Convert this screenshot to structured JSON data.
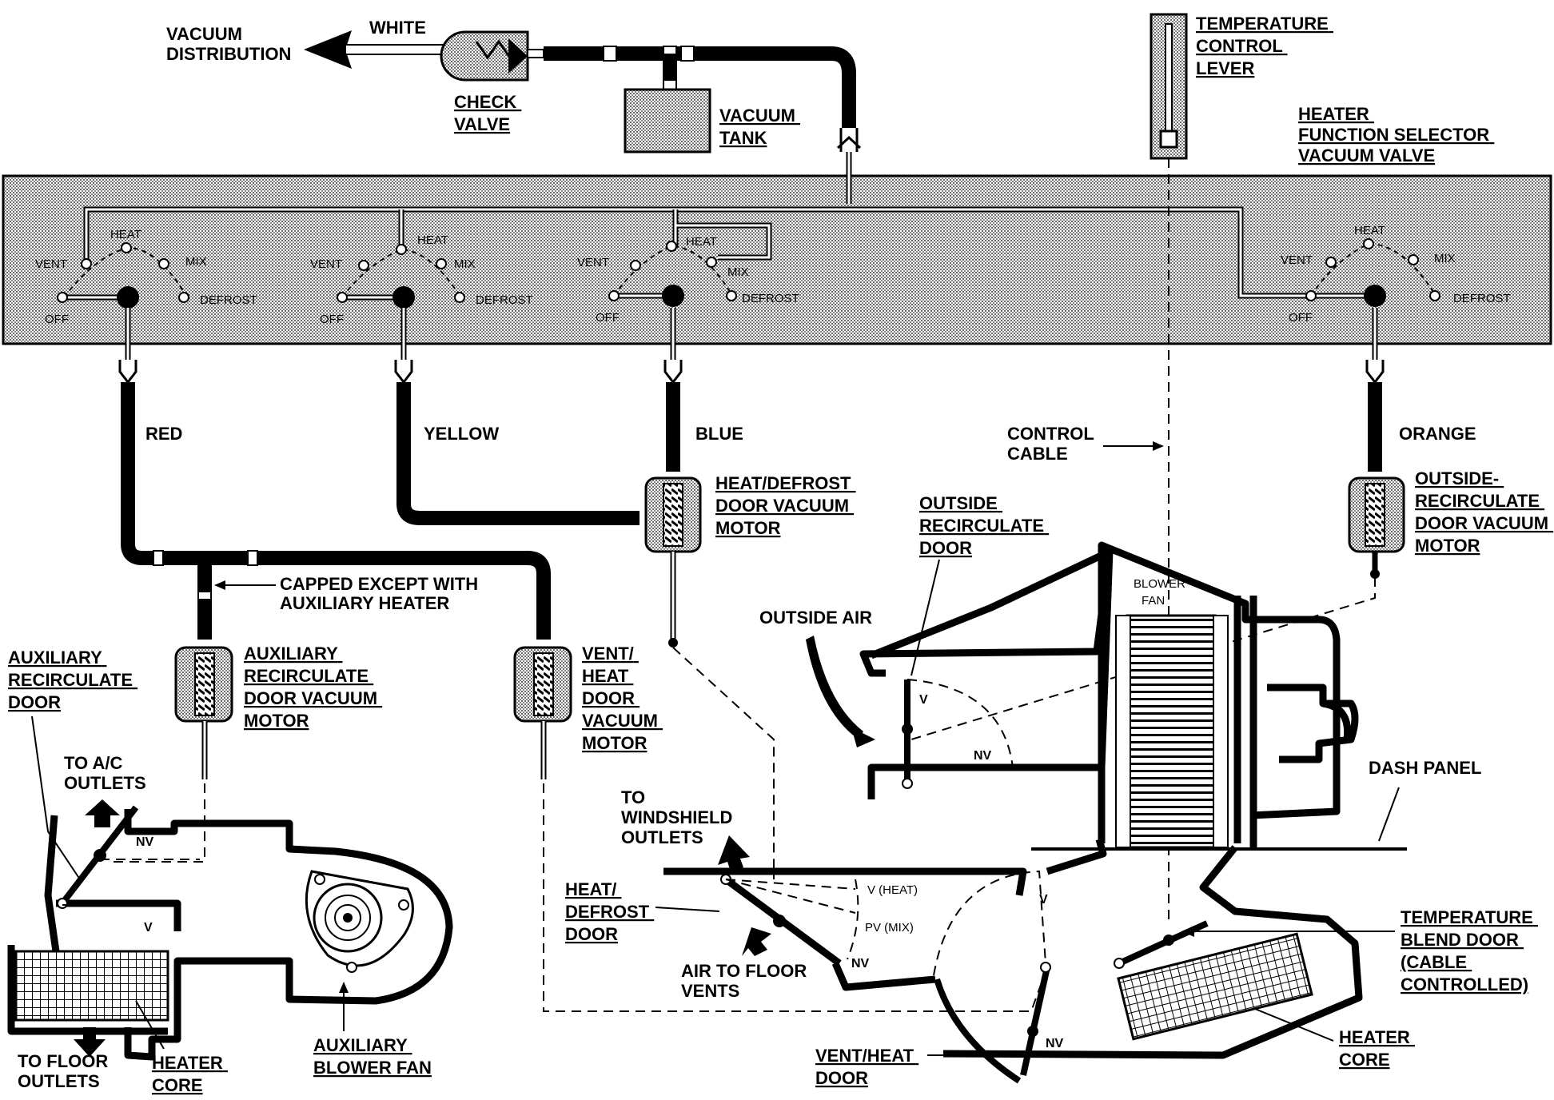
{
  "diagram": {
    "top": {
      "vacuum_distribution": [
        "VACUUM",
        "DISTRIBUTION"
      ],
      "white": "WHITE",
      "check_valve": [
        "CHECK",
        "VALVE"
      ],
      "vacuum_tank": [
        "VACUUM",
        "TANK"
      ],
      "temperature_control_lever": [
        "TEMPERATURE",
        "CONTROL",
        "LEVER"
      ],
      "heater_function_selector": [
        "HEATER",
        "FUNCTION SELECTOR",
        "VACUUM VALVE"
      ]
    },
    "selector_positions": {
      "vent": "VENT",
      "heat": "HEAT",
      "mix": "MIX",
      "defrost": "DEFROST",
      "off": "OFF"
    },
    "hoses": {
      "red": "RED",
      "yellow": "YELLOW",
      "blue": "BLUE",
      "orange": "ORANGE"
    },
    "labels": {
      "control_cable": [
        "CONTROL",
        "CABLE"
      ],
      "heat_defrost_motor": [
        "HEAT/DEFROST",
        "DOOR VACUUM",
        "MOTOR"
      ],
      "outside_recirc_door": [
        "OUTSIDE",
        "RECIRCULATE",
        "DOOR"
      ],
      "outside_recirc_motor": [
        "OUTSIDE-",
        "RECIRCULATE",
        "DOOR VACUUM",
        "MOTOR"
      ],
      "capped": [
        "CAPPED EXCEPT WITH",
        "AUXILIARY HEATER"
      ],
      "aux_recirc_door": [
        "AUXILIARY",
        "RECIRCULATE",
        "DOOR"
      ],
      "aux_recirc_motor": [
        "AUXILIARY",
        "RECIRCULATE",
        "DOOR VACUUM",
        "MOTOR"
      ],
      "vent_heat_motor": [
        "VENT/",
        "HEAT",
        "DOOR",
        "VACUUM",
        "MOTOR"
      ],
      "outside_air": "OUTSIDE AIR",
      "blower_fan": [
        "BLOWER",
        "FAN"
      ],
      "dash_panel": "DASH PANEL",
      "to_ac_outlets": [
        "TO A/C",
        "OUTLETS"
      ],
      "to_windshield": [
        "TO",
        "WINDSHIELD",
        "OUTLETS"
      ],
      "heat_defrost_door": [
        "HEAT/",
        "DEFROST",
        "DOOR"
      ],
      "air_to_floor": [
        "AIR TO FLOOR",
        "VENTS"
      ],
      "temp_blend_door": [
        "TEMPERATURE",
        "BLEND DOOR",
        "(CABLE",
        "CONTROLLED)"
      ],
      "to_floor_outlets": [
        "TO FLOOR",
        "OUTLETS"
      ],
      "heater_core_aux": [
        "HEATER",
        "CORE"
      ],
      "aux_blower_fan": [
        "AUXILIARY",
        "BLOWER FAN"
      ],
      "vent_heat_door": [
        "VENT/HEAT",
        "DOOR"
      ],
      "heater_core_main": [
        "HEATER",
        "CORE"
      ]
    },
    "door_marks": {
      "v": "V",
      "nv": "NV",
      "v_heat": "V (HEAT)",
      "pv_mix": "PV (MIX)"
    },
    "colors": {
      "panel_fill": "#c8c8c8",
      "line": "#000000",
      "background": "#ffffff"
    }
  }
}
